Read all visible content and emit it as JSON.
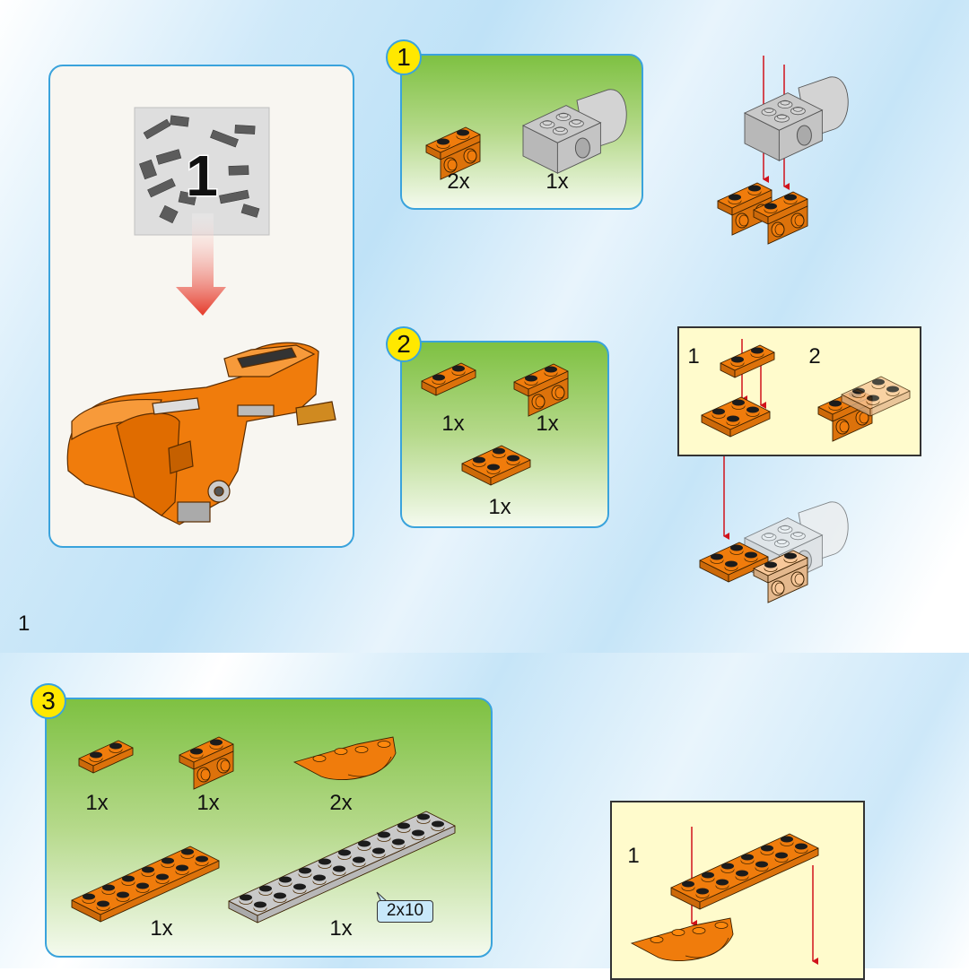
{
  "page_number": "1",
  "bag": {
    "number": "1"
  },
  "steps": [
    {
      "number": "1",
      "parts": [
        {
          "name": "bracket-1x2",
          "qty": "2x"
        },
        {
          "name": "technic-brick-2x2-axle",
          "qty": "1x"
        }
      ]
    },
    {
      "number": "2",
      "parts": [
        {
          "name": "plate-1x2",
          "qty": "1x"
        },
        {
          "name": "bracket-1x2",
          "qty": "1x"
        },
        {
          "name": "plate-2x2",
          "qty": "1x"
        }
      ]
    },
    {
      "number": "3",
      "parts": [
        {
          "name": "plate-1x2",
          "qty": "1x"
        },
        {
          "name": "bracket-1x2",
          "qty": "1x"
        },
        {
          "name": "wedge-plate",
          "qty": "2x"
        },
        {
          "name": "plate-2x6",
          "qty": "1x"
        },
        {
          "name": "plate-2x10",
          "qty": "1x",
          "size_tag": "2x10"
        }
      ]
    }
  ],
  "callouts": {
    "step2": {
      "sub1": "1",
      "sub2": "2"
    },
    "step3": {
      "sub1": "1"
    }
  },
  "colors": {
    "orange": "#f07c0c",
    "gray": "#c9c9c9",
    "arrow": "#d0121b",
    "badge": "#ffe800",
    "border": "#3aa3dc"
  }
}
